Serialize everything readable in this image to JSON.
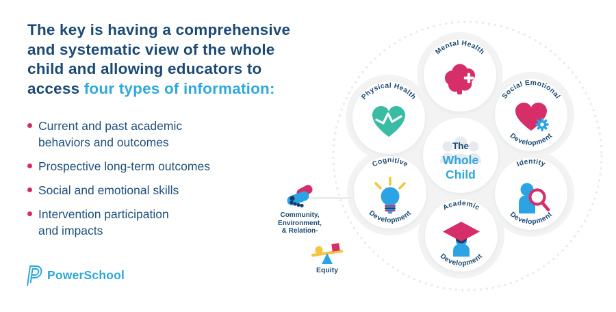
{
  "colors": {
    "navy_text": "#1C4A74",
    "icon_navy": "#16386B",
    "accent_blue": "#2FA8DC",
    "logo_blue": "#2BA7DB",
    "pink": "#D52E68",
    "teal": "#3ABCA4",
    "icon_blue": "#2CA3E2",
    "yellow": "#F5C33C",
    "halo_gray": "#f3f3f3",
    "ring_gray": "#eaeaea"
  },
  "headline": {
    "main": "The key is having a comprehensive\nand systematic view of the whole\nchild and allowing educators to\naccess",
    "accent": "four types of information:"
  },
  "bullets": [
    "Current and past academic\nbehaviors and outcomes",
    "Prospective long-term outcomes",
    "Social and emotional skills",
    "Intervention participation\nand impacts"
  ],
  "logo": {
    "name": "PowerSchool",
    "icon": "powerschool-p-icon"
  },
  "diagram": {
    "center": {
      "line1": "The",
      "line2": "Whole",
      "line3": "Child",
      "icon": "people-icon"
    },
    "circles": [
      {
        "id": "physical-health",
        "top": "Physical Health",
        "bottom": "",
        "icon": "heart-pulse-icon"
      },
      {
        "id": "mental-health",
        "top": "Mental Health",
        "bottom": "",
        "icon": "brain-plus-icon"
      },
      {
        "id": "social-emotional",
        "top": "Social Emotional",
        "bottom": "Development",
        "icon": "heart-gear-icon"
      },
      {
        "id": "cognitive",
        "top": "Cognitive",
        "bottom": "Development",
        "icon": "lightbulb-icon"
      },
      {
        "id": "identity",
        "top": "Identity",
        "bottom": "Development",
        "icon": "person-magnifier-icon"
      },
      {
        "id": "academic",
        "top": "Academic",
        "bottom": "Development",
        "icon": "graduate-icon"
      }
    ],
    "outer_labels": [
      {
        "id": "community",
        "label": "Community,\nEnvironment,\n& Relation-",
        "icon": "handshake-icon"
      },
      {
        "id": "equity",
        "label": "Equity",
        "icon": "balance-scale-icon"
      }
    ]
  }
}
